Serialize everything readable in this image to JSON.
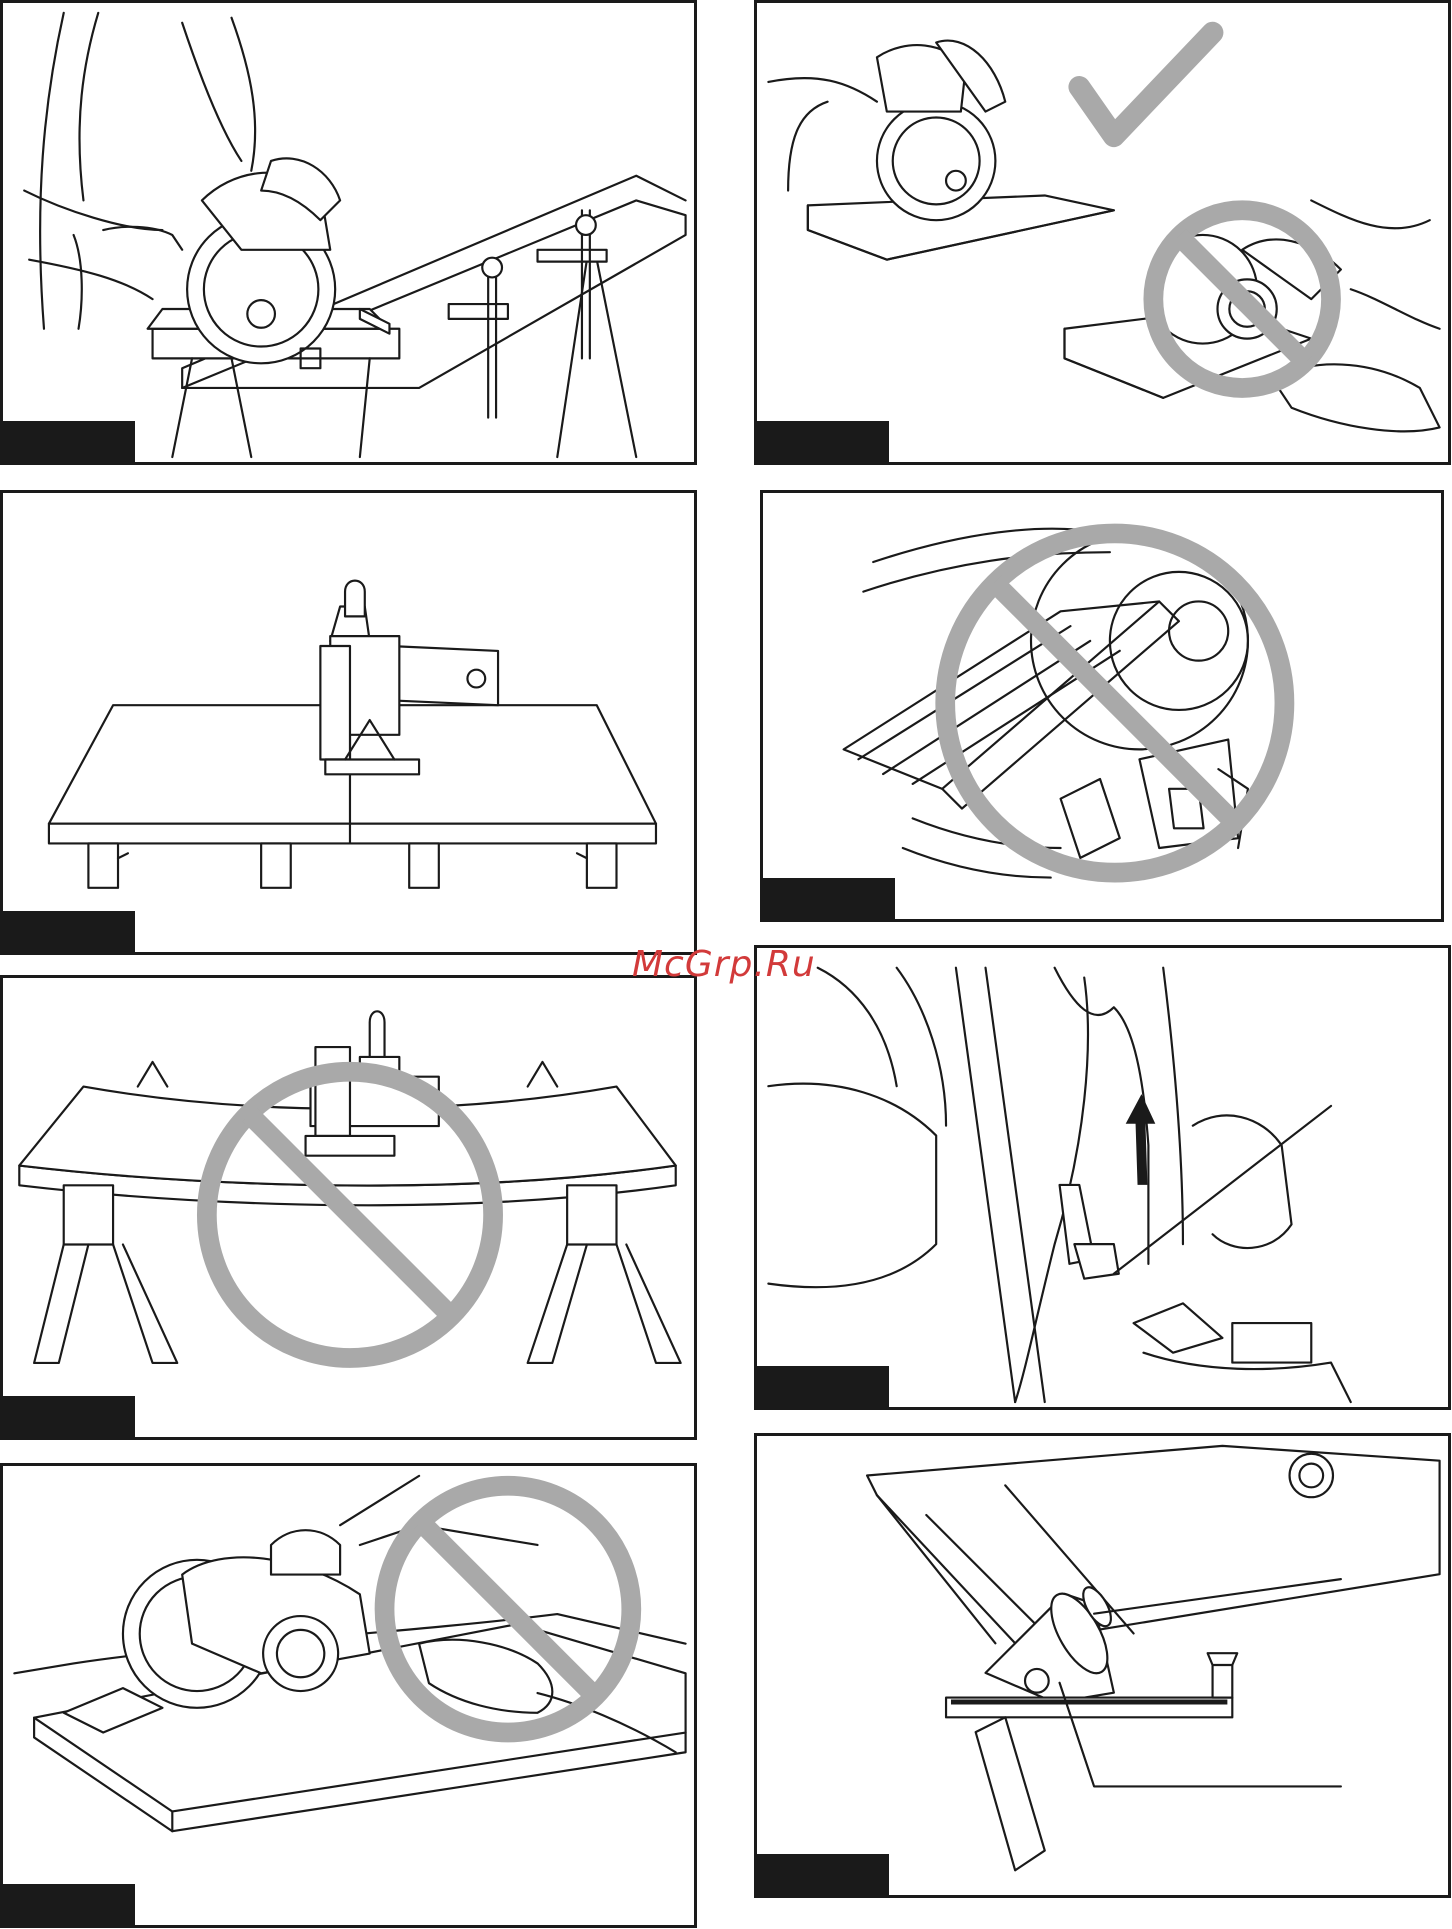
{
  "watermark": {
    "text": "McGrp.Ru"
  },
  "colors": {
    "line": "#1a1a1a",
    "prohibit": "#a9a9a9",
    "watermark": "#d23a3a"
  },
  "figures": [
    {
      "id": "clamped-workpiece",
      "status": "allowed",
      "icon": ""
    },
    {
      "id": "correct-grip",
      "status": "allowed",
      "icon": "check-icon"
    },
    {
      "id": "supported-both-sides",
      "status": "allowed",
      "icon": ""
    },
    {
      "id": "kickback",
      "status": "prohibited",
      "icon": "prohibited-icon"
    },
    {
      "id": "sagging-board",
      "status": "prohibited",
      "icon": "prohibited-icon"
    },
    {
      "id": "guard-lever",
      "status": "allowed",
      "icon": "arrow-up-icon"
    },
    {
      "id": "hand-near-blade",
      "status": "prohibited",
      "icon": "prohibited-icon"
    },
    {
      "id": "bevel-adjust",
      "status": "allowed",
      "icon": ""
    }
  ]
}
